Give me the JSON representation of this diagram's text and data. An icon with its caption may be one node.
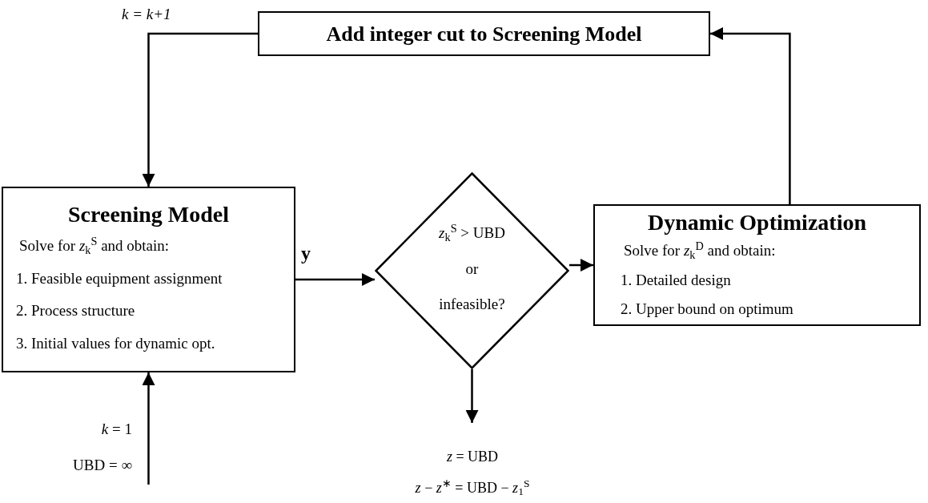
{
  "diagram": {
    "nodes": [
      {
        "text": [
          "Add integer cut to Screening Model"
        ]
      },
      {
        "text": [
          "Screening Model",
          "Solve for *z*$_{k}$$^{S}$ and obtain:",
          "1. Feasible equipment assignment",
          "2. Process structure",
          "3. Initial values for dynamic opt."
        ]
      },
      {
        "text": [
          "*z*$_{k}$$^{S}$ > UBD",
          "or",
          "infeasible?"
        ]
      },
      {
        "text": [
          "Dynamic Optimization",
          "Solve for *z*$_{k}$$^{D}$ and obtain:",
          "1. Detailed design",
          "2. Upper bound on optimum"
        ]
      },
      {
        "text": [
          "*z* = UBD",
          "*z* − *z*$^{∗}$ = UBD − *z*$_{1}$$^{S}$"
        ]
      }
    ],
    "edges": [
      {
        "from": 0,
        "to": 1,
        "arrow": "to",
        "label": "*k* = *k*+1"
      },
      {
        "from": 1,
        "to": 2,
        "arrow": "to",
        "label": "**y**"
      },
      {
        "from": 2,
        "to": 3,
        "arrow": "to"
      },
      {
        "from": 3,
        "to": 0,
        "arrow": "to"
      },
      {
        "from": 2,
        "to": 4,
        "arrow": "to"
      },
      {
        "from": null,
        "to": 1,
        "arrow": "to"
      }
    ],
    "labels": [
      "*k* = 1",
      "UBD = ∞"
    ]
  }
}
